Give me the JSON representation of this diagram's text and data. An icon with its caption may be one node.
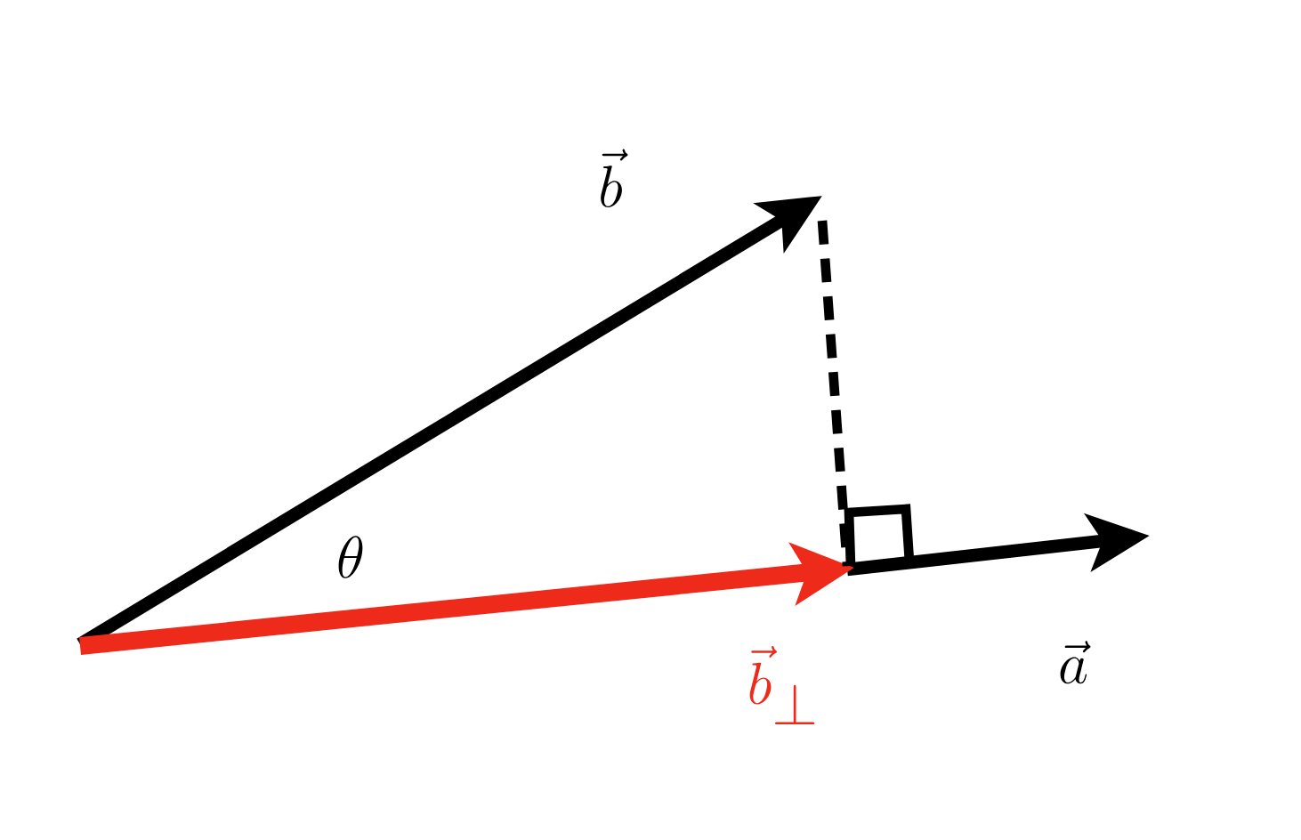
{
  "diagram": {
    "labels": [
      "\\vec{b}",
      "\\theta",
      "\\vec{b}_{\\perp}",
      "\\vec{a}"
    ]
  }
}
